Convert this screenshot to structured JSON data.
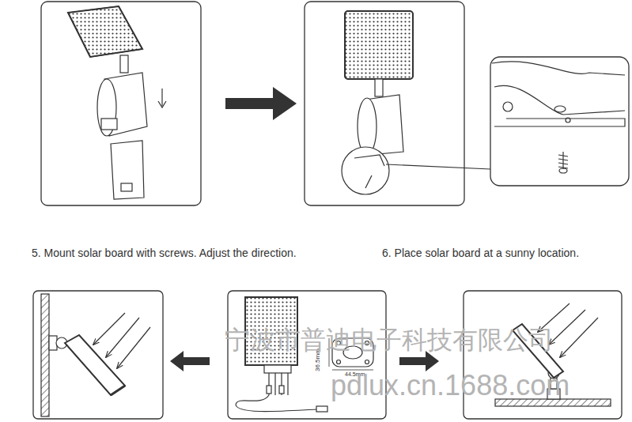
{
  "diagram": {
    "labels": [
      "5. Mount solar board with screws. Adjust the direction.",
      "6. Place solar board at a sunny location.",
      "36.5mm",
      "44.5mm",
      "宁波市普迪电子科技有限公司",
      "pdlux.cn.1688.com"
    ]
  }
}
